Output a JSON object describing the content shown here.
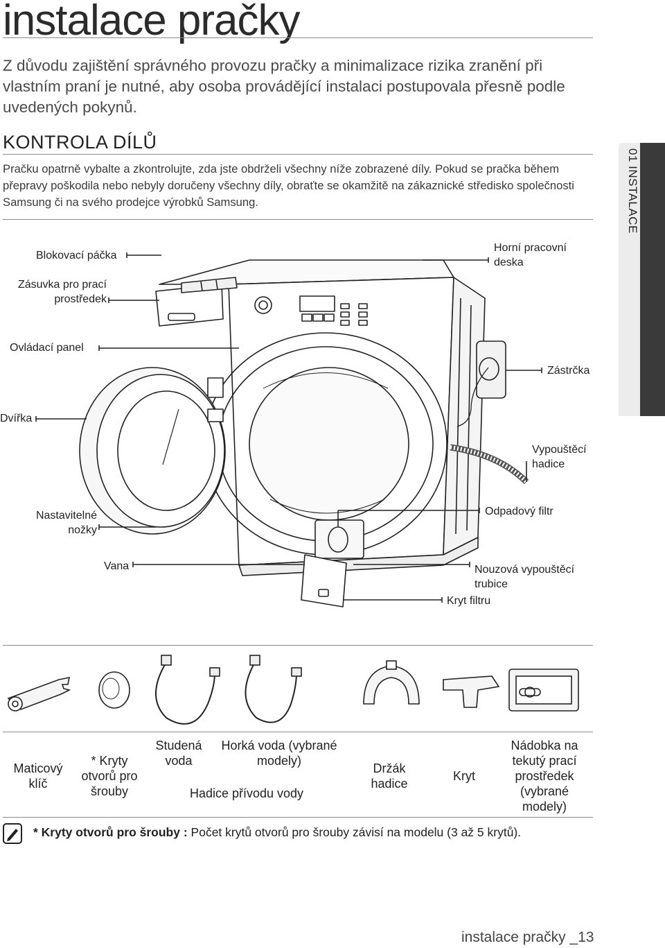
{
  "page": {
    "title": "instalace pračky",
    "intro": "Z důvodu zajištění správného provozu pračky a minimalizace rizika zranění při vlastním praní je nutné, aby osoba provádějící instalaci postupovala přesně podle uvedených pokynů.",
    "section_heading": "KONTROLA DÍLŮ",
    "section_body": "Pračku opatrně vybalte a zkontrolujte, zda jste obdrželi všechny níže zobrazené díly. Pokud se pračka během přepravy poškodila nebo nebyly doručeny všechny díly, obraťte se okamžitě na zákaznické středisko společnosti Samsung či na svého prodejce výrobků Samsung.",
    "side_tab": "01 INSTALACE",
    "footer": "instalace pračky _13"
  },
  "diagram_labels": {
    "locking_lever": "Blokovací páčka",
    "detergent_drawer_line1": "Zásuvka pro prací",
    "detergent_drawer_line2": "prostředek",
    "control_panel": "Ovládací panel",
    "door": "Dvířka",
    "adjustable_feet_line1": "Nastavitelné",
    "adjustable_feet_line2": "nožky",
    "tub": "Vana",
    "worktop_line1": "Horní pracovní",
    "worktop_line2": "deska",
    "plug": "Zástrčka",
    "drain_hose_line1": "Vypouštěcí",
    "drain_hose_line2": "hadice",
    "debris_filter": "Odpadový filtr",
    "emergency_drain_line1": "Nouzová vypouštěcí",
    "emergency_drain_line2": "trubice",
    "filter_cover": "Kryt filtru"
  },
  "accessories": {
    "spanner": "Maticový klíč",
    "bolt_caps": "* Kryty otvorů pro šrouby",
    "cold_water": "Studená voda",
    "hot_water": "Horká voda (vybrané modely)",
    "water_hoses": "Hadice přívodu vody",
    "hose_guide": "Držák hadice",
    "cover": "Kryt",
    "liquid_container": "Nádobka na tekutý prací prostředek (vybrané modely)"
  },
  "note": {
    "bold": "* Kryty otvorů pro šrouby :",
    "text": " Počet krytů otvorů pro šrouby závisí na modelu (3 až 5 krytů)."
  }
}
